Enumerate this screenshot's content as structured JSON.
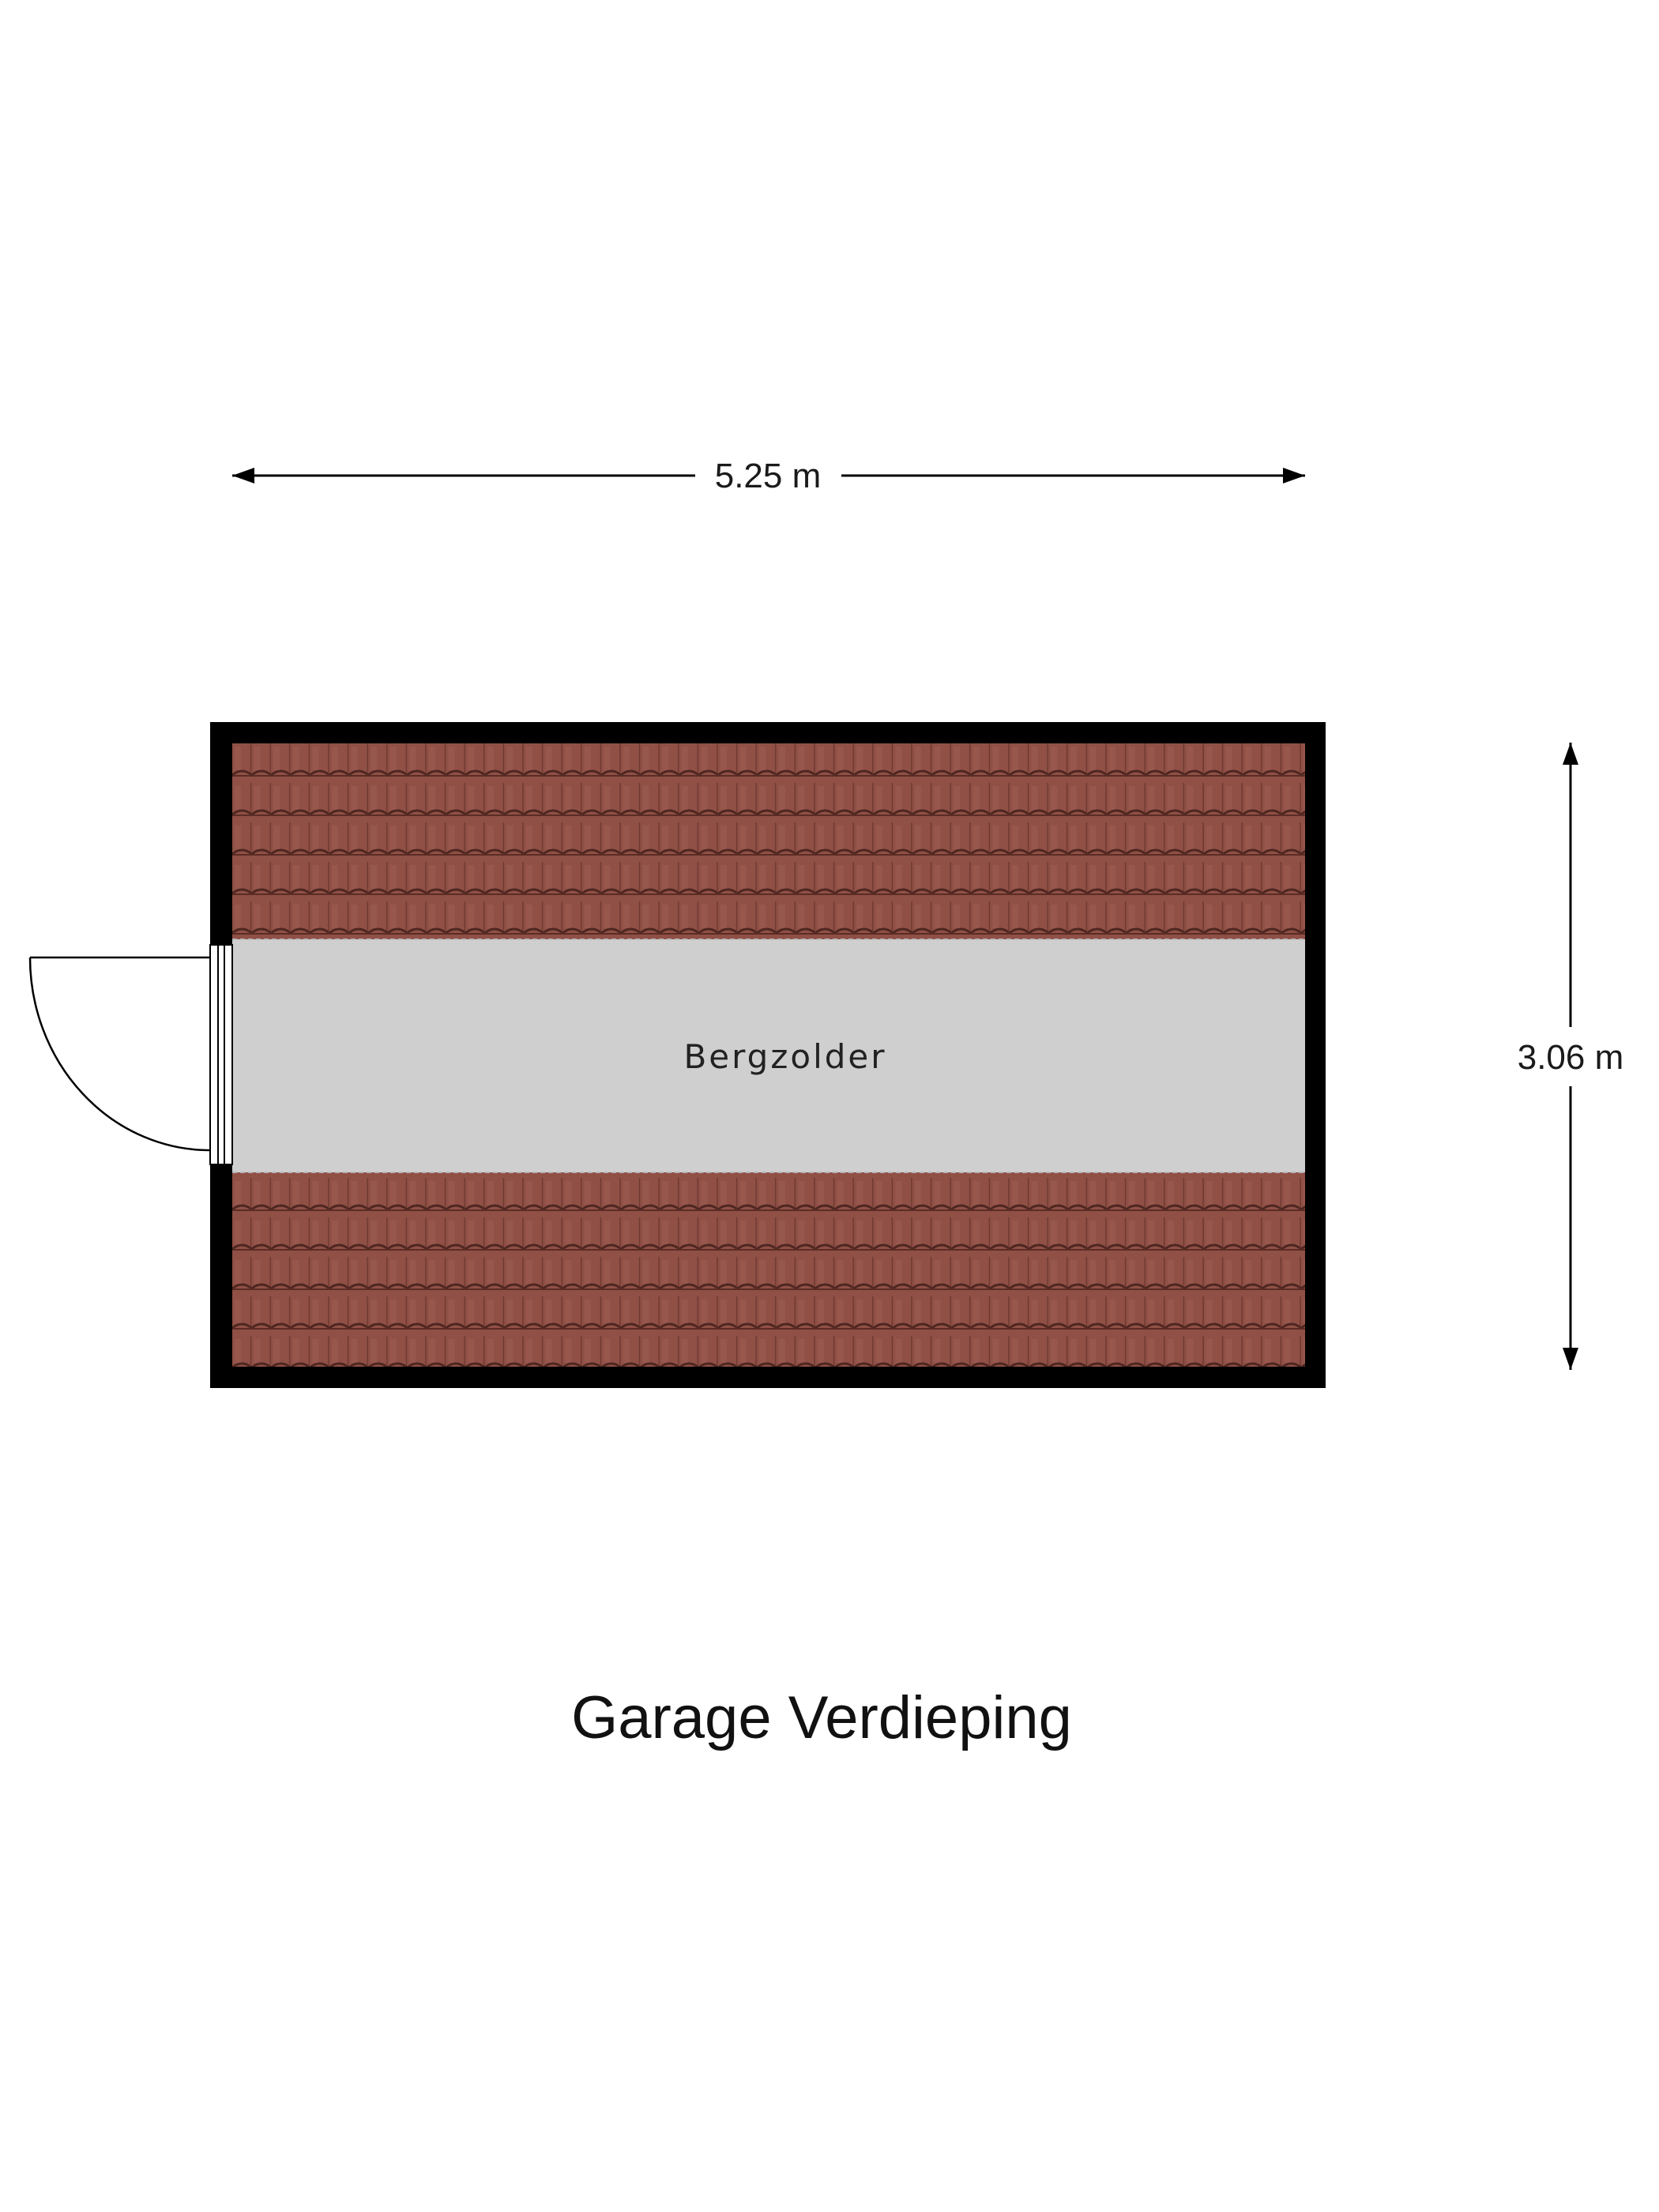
{
  "plan": {
    "title": "Garage Verdieping",
    "room_name": "Bergzolder",
    "width_dimension": "5.25 m",
    "depth_dimension": "3.06 m"
  },
  "colors": {
    "wall": "#000000",
    "roof_tile": "#8a4a40",
    "roof_tile_shadow": "#4e2620",
    "floor": "#cfcfcf",
    "line": "#000000"
  },
  "icons": {
    "door": "door-swing-icon",
    "arrow": "dimension-arrow-icon"
  }
}
